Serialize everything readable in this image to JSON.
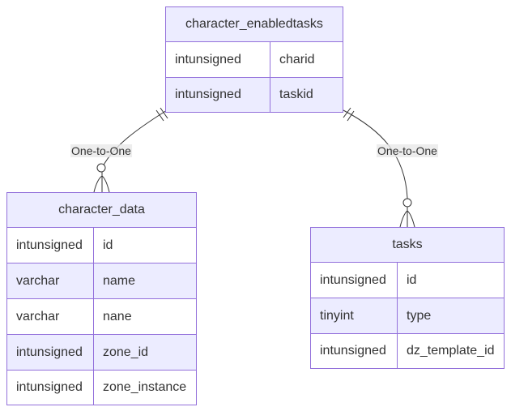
{
  "diagram": {
    "type": "entity-relationship",
    "colors": {
      "entity_border": "#9370db",
      "entity_header": "#ececff",
      "line": "#333333"
    },
    "entities": [
      {
        "name": "character_enabledtasks",
        "attributes": [
          {
            "type": "intunsigned",
            "name": "charid"
          },
          {
            "type": "intunsigned",
            "name": "taskid"
          }
        ]
      },
      {
        "name": "character_data",
        "attributes": [
          {
            "type": "intunsigned",
            "name": "id"
          },
          {
            "type": "varchar",
            "name": "name"
          },
          {
            "type": "varchar",
            "name": "nane"
          },
          {
            "type": "intunsigned",
            "name": "zone_id"
          },
          {
            "type": "intunsigned",
            "name": "zone_instance"
          }
        ]
      },
      {
        "name": "tasks",
        "attributes": [
          {
            "type": "intunsigned",
            "name": "id"
          },
          {
            "type": "tinyint",
            "name": "type"
          },
          {
            "type": "intunsigned",
            "name": "dz_template_id"
          }
        ]
      }
    ],
    "relationships": [
      {
        "from": "character_enabledtasks",
        "to": "character_data",
        "label": "One-to-One",
        "from_cardinality": "exactly-one",
        "to_cardinality": "zero-or-many"
      },
      {
        "from": "character_enabledtasks",
        "to": "tasks",
        "label": "One-to-One",
        "from_cardinality": "exactly-one",
        "to_cardinality": "zero-or-many"
      }
    ]
  }
}
